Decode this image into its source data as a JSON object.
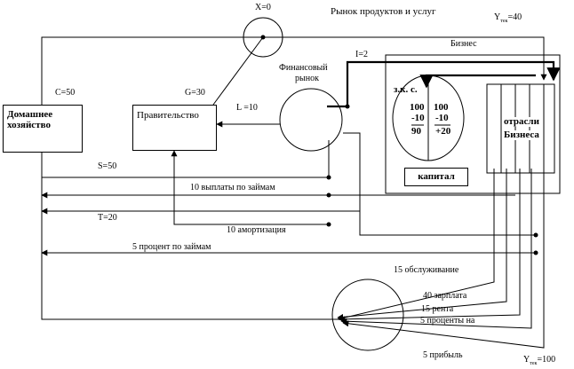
{
  "labels": {
    "market_title": "Рынок продуктов и услуг",
    "x_label": "X=0",
    "y_top_prefix": "Y",
    "y_top_sub": "тек",
    "y_top_value": "=40",
    "business": "Бизнес",
    "financial_market_line1": "Финансовый",
    "financial_market_line2": "рынок",
    "i_label": "I=2",
    "c_label": "C=50",
    "g_label": "G=30",
    "l_label": "L =10",
    "s_label": "S=50",
    "t_label": "T=20",
    "y_bottom_prefix": "Y",
    "y_bottom_sub": "тек",
    "y_bottom_value": "=100"
  },
  "boxes": {
    "household_line1": "Домашнее",
    "household_line2": "хозяйство",
    "government": "Правительство",
    "capital": "капитал",
    "industries_line1": "отрасли",
    "industries_line2": "Бизнеса"
  },
  "zks": {
    "title": "з.к. с.",
    "left": [
      "100",
      "-10",
      "90"
    ],
    "right": [
      "100",
      "-10",
      "+20"
    ]
  },
  "flows": {
    "loan_payments": "10 выплаты по займам",
    "amortization": "10 амортизация",
    "loan_interest": "5 процент по займам",
    "service": "15 обслуживание",
    "salary": "40 зарплата",
    "rent": "15 рента",
    "interest_on": "5 проценты на",
    "profit": "5 прибыль"
  }
}
